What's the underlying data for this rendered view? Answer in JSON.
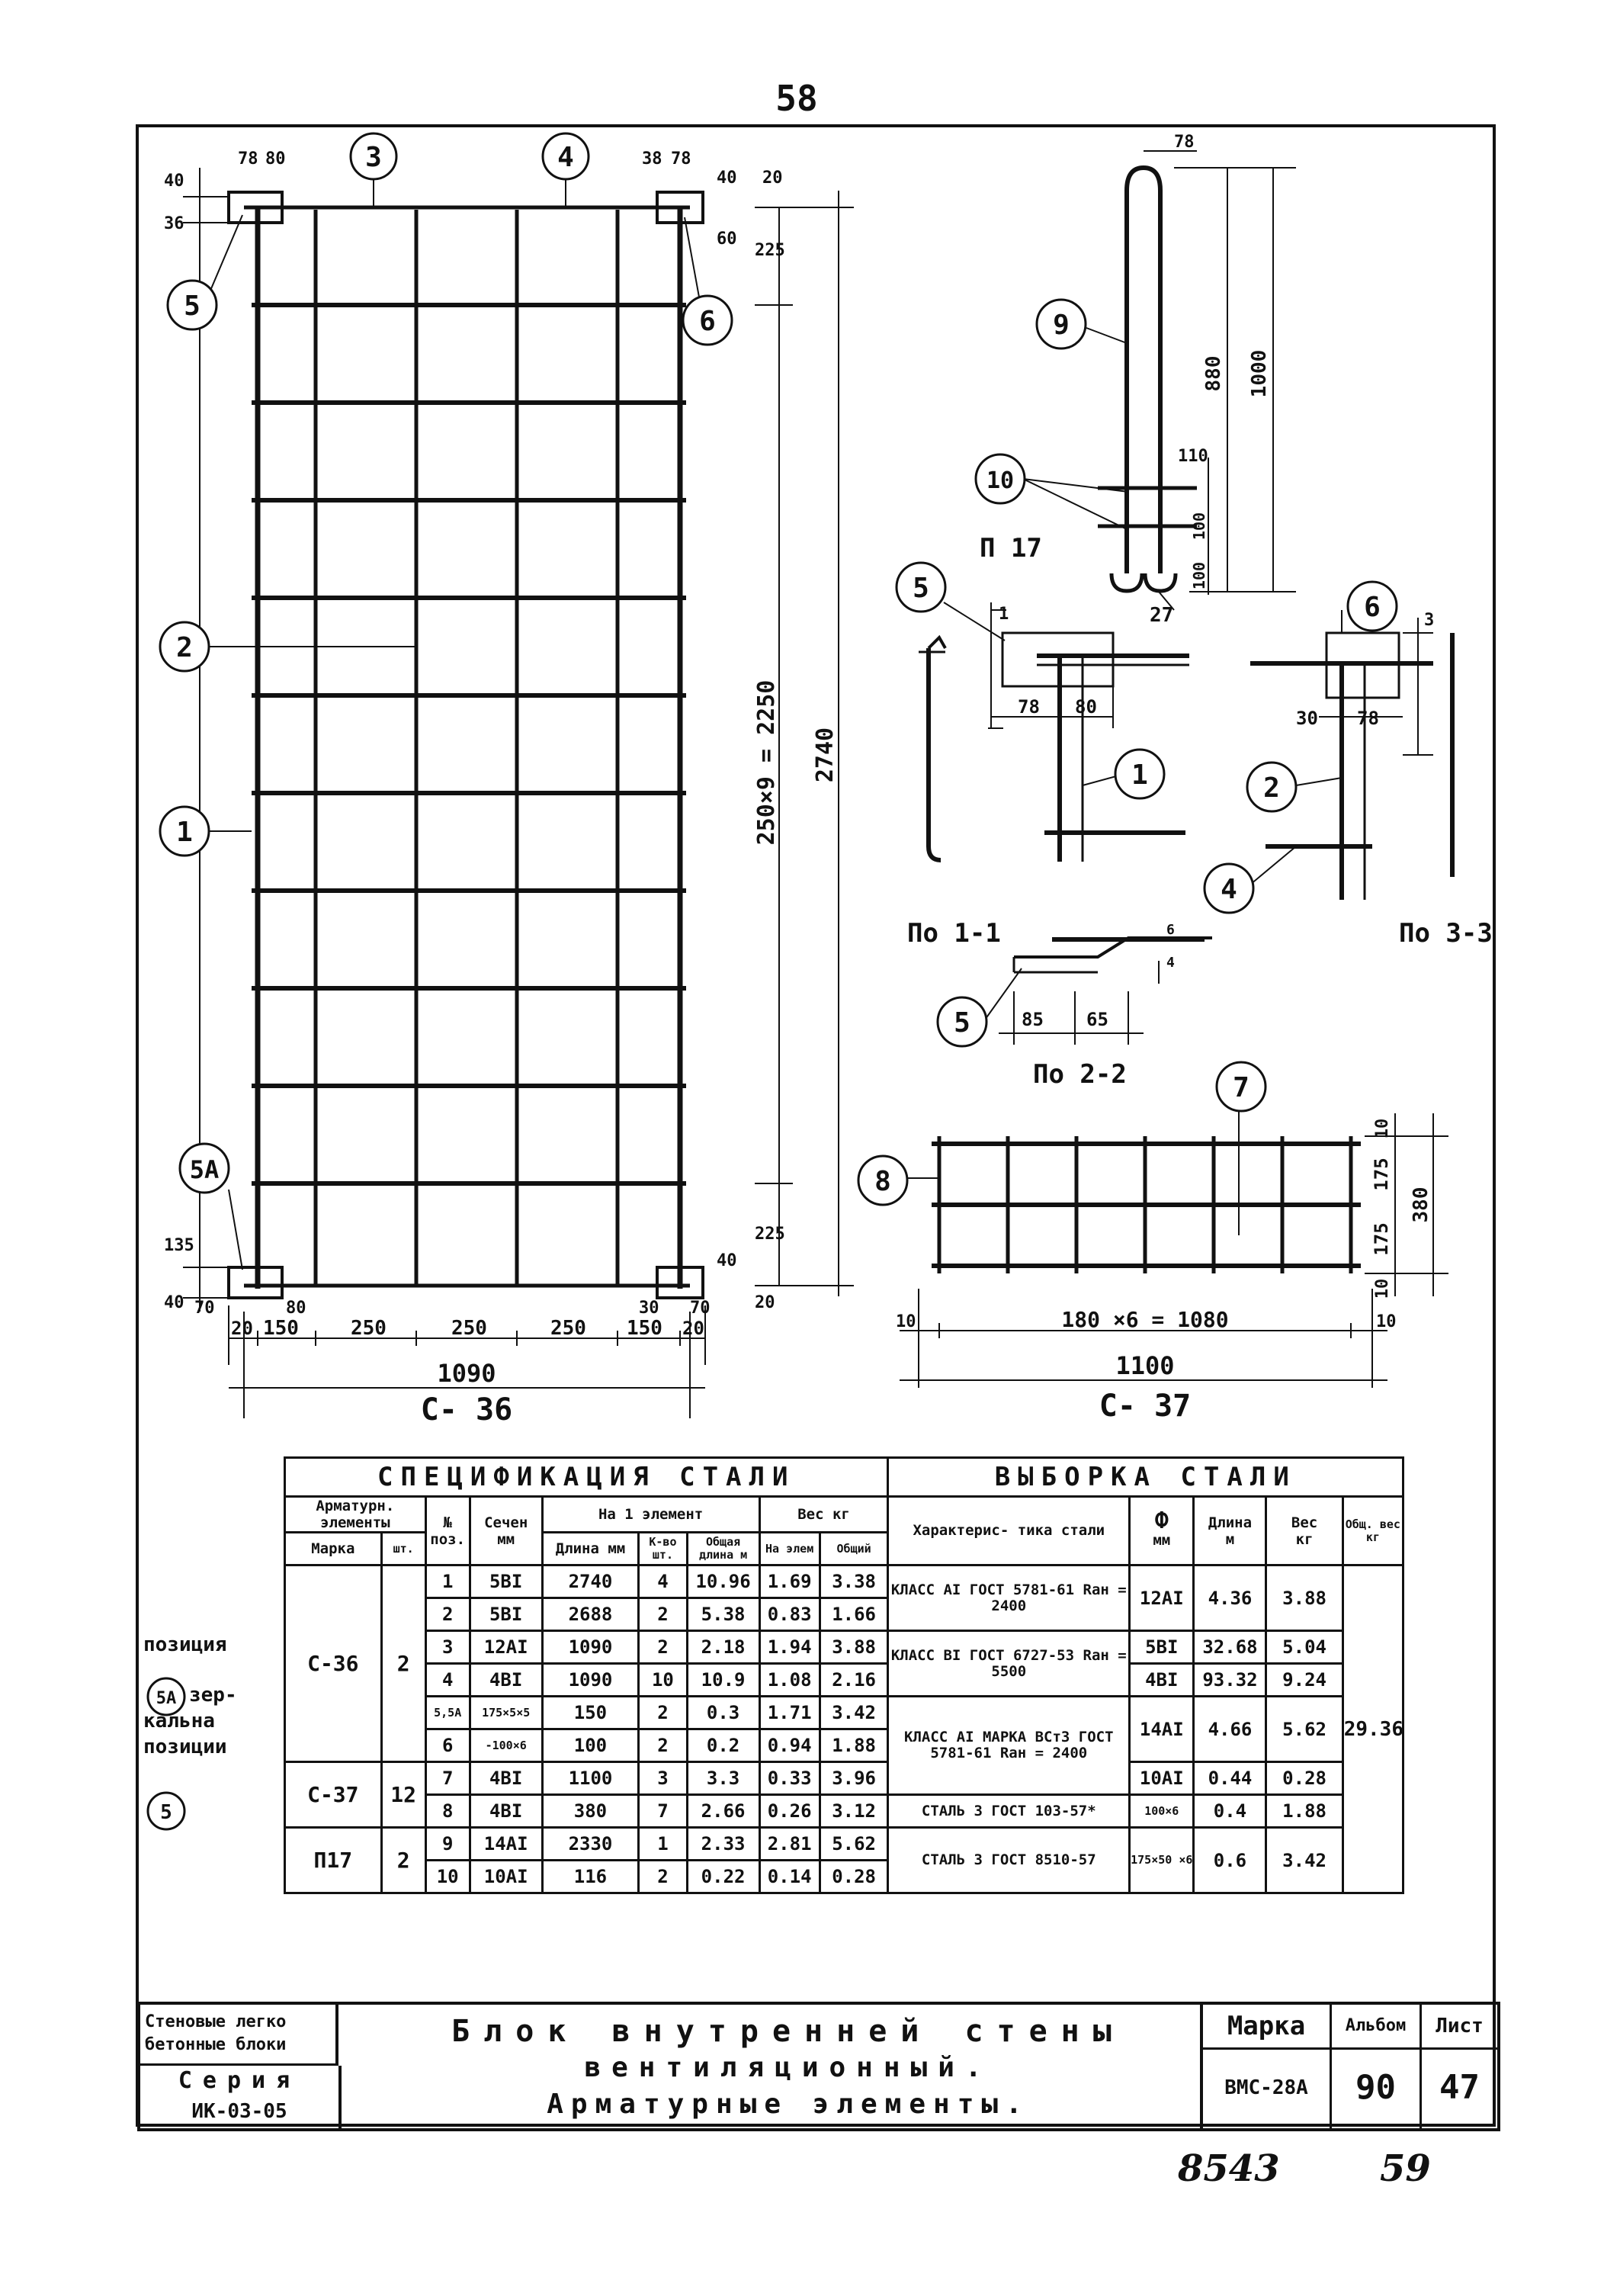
{
  "page_number": "58",
  "drawing_c36": {
    "label": "С- 36",
    "grid_label": "3",
    "grid_label_2": "4",
    "positions": [
      "1",
      "2",
      "3",
      "4",
      "5",
      "5А",
      "6"
    ],
    "dims_top_left": [
      "78",
      "80",
      "40",
      "36"
    ],
    "dims_top_right": [
      "38",
      "78",
      "40",
      "60",
      "20",
      "225"
    ],
    "dims_bottom": [
      "20",
      "150",
      "250",
      "250",
      "250",
      "150",
      "20"
    ],
    "dims_bottom_small": [
      "70",
      "80",
      "30",
      "70"
    ],
    "dims_left": [
      "135",
      "40"
    ],
    "dims_right": [
      "40",
      "225",
      "20"
    ],
    "total_width": "1090",
    "vertical_main": "250×9 = 2250",
    "vertical_total": "2740"
  },
  "drawing_p17": {
    "label": "П 17",
    "top_dim": "78",
    "bottom_dim": "27",
    "right_dims": [
      "880",
      "1000"
    ],
    "small_dims": [
      "110",
      "100",
      "100"
    ],
    "positions": [
      "9",
      "10"
    ]
  },
  "section_1_1": {
    "label": "По 1-1",
    "dims": [
      "78",
      "80"
    ],
    "positions": [
      "5",
      "1"
    ],
    "mark": "1"
  },
  "section_3_3": {
    "label": "По 3-3",
    "dims": [
      "30",
      "78"
    ],
    "positions": [
      "6",
      "2",
      "4"
    ],
    "mark": "3"
  },
  "section_2_2": {
    "label": "По 2-2",
    "dims": [
      "85",
      "65"
    ],
    "small": [
      "6",
      "4"
    ],
    "position": "5"
  },
  "drawing_c37": {
    "label": "С- 37",
    "positions": [
      "7",
      "8"
    ],
    "dims_right": [
      "10",
      "175",
      "175",
      "10",
      "380"
    ],
    "dims_bottom": [
      "10",
      "180 ×6 = 1080",
      "10"
    ],
    "total_width": "1100"
  },
  "spec": {
    "title_left": "СПЕЦИФИКАЦИЯ СТАЛИ",
    "title_right": "ВЫБОРКА СТАЛИ",
    "headers": {
      "elements": "Арматурн. элементы",
      "mark": "Марка",
      "qty": "шт.",
      "pos_no": "№",
      "pos": "поз.",
      "section": "Сечен",
      "section_unit": "мм",
      "per_element": "На 1 элемент",
      "length": "Длина мм",
      "count": "К-во шт.",
      "total_length": "Общая длина м",
      "weight": "Вес кг",
      "per_elem_w": "На элем",
      "total_w": "Общий",
      "characteristic": "Характерис- тика стали",
      "phi": "Ф",
      "phi_unit": "мм",
      "len_m": "Длина",
      "len_m_unit": "м",
      "weight_kg": "Вес",
      "weight_kg_unit": "кг",
      "total_weight": "Общ. вес кг"
    },
    "rows": [
      {
        "mark": "С-36",
        "qty": "2",
        "pos": "1",
        "sec": "5ВI",
        "len": "2740",
        "cnt": "4",
        "tlen": "10.96",
        "w1": "1.69",
        "wt": "3.38"
      },
      {
        "mark": "",
        "qty": "",
        "pos": "2",
        "sec": "5ВI",
        "len": "2688",
        "cnt": "2",
        "tlen": "5.38",
        "w1": "0.83",
        "wt": "1.66"
      },
      {
        "mark": "",
        "qty": "",
        "pos": "3",
        "sec": "12АI",
        "len": "1090",
        "cnt": "2",
        "tlen": "2.18",
        "w1": "1.94",
        "wt": "3.88"
      },
      {
        "mark": "",
        "qty": "",
        "pos": "4",
        "sec": "4ВI",
        "len": "1090",
        "cnt": "10",
        "tlen": "10.9",
        "w1": "1.08",
        "wt": "2.16"
      },
      {
        "mark": "",
        "qty": "",
        "pos": "5,5А",
        "sec": "175×5×5",
        "len": "150",
        "cnt": "2",
        "tlen": "0.3",
        "w1": "1.71",
        "wt": "3.42"
      },
      {
        "mark": "",
        "qty": "",
        "pos": "6",
        "sec": "-100×6",
        "len": "100",
        "cnt": "2",
        "tlen": "0.2",
        "w1": "0.94",
        "wt": "1.88"
      },
      {
        "mark": "С-37",
        "qty": "12",
        "pos": "7",
        "sec": "4ВI",
        "len": "1100",
        "cnt": "3",
        "tlen": "3.3",
        "w1": "0.33",
        "wt": "3.96"
      },
      {
        "mark": "",
        "qty": "",
        "pos": "8",
        "sec": "4ВI",
        "len": "380",
        "cnt": "7",
        "tlen": "2.66",
        "w1": "0.26",
        "wt": "3.12"
      },
      {
        "mark": "П17",
        "qty": "2",
        "pos": "9",
        "sec": "14АI",
        "len": "2330",
        "cnt": "1",
        "tlen": "2.33",
        "w1": "2.81",
        "wt": "5.62"
      },
      {
        "mark": "",
        "qty": "",
        "pos": "10",
        "sec": "10АI",
        "len": "116",
        "cnt": "2",
        "tlen": "0.22",
        "w1": "0.14",
        "wt": "0.28"
      }
    ],
    "selection": [
      {
        "char": "КЛАСС АI ГОСТ 5781-61 Rан = 2400",
        "phi": "12АI",
        "len": "4.36",
        "w": "3.88"
      },
      {
        "char": "КЛАСС ВI ГОСТ 6727-53 Rан = 5500",
        "phi": "5ВI",
        "len": "32.68",
        "w": "5.04"
      },
      {
        "char": "",
        "phi": "4ВI",
        "len": "93.32",
        "w": "9.24"
      },
      {
        "char": "КЛАСС АI МАРКА ВСт3 ГОСТ 5781-61 Rан = 2400",
        "phi": "14АI",
        "len": "4.66",
        "w": "5.62"
      },
      {
        "char": "",
        "phi": "10АI",
        "len": "0.44",
        "w": "0.28"
      },
      {
        "char": "СТАЛЬ 3 ГОСТ 103-57*",
        "phi": "100×6",
        "len": "0.4",
        "w": "1.88"
      },
      {
        "char": "СТАЛЬ 3 ГОСТ 8510-57",
        "phi": "175×50 ×6",
        "len": "0.6",
        "w": "3.42"
      }
    ],
    "total_weight": "29.36"
  },
  "side_note": {
    "line1": "позиция",
    "circle": "5А",
    "line2": "зер-",
    "line3": "кальна",
    "line4": "позиции",
    "circle2": "5"
  },
  "title_block": {
    "left_top": "Стеновые легко бетонные блоки",
    "series_label": "Серия",
    "series_value": "ИК-03-05",
    "main_title_1": "Блок внутренней стены",
    "main_title_2": "вентиляционный.",
    "main_title_3": "Арматурные элементы.",
    "mark_label": "Марка",
    "album_label": "Альбом",
    "sheet_label": "Лист",
    "mark_value": "ВМС-28А",
    "album_value": "90",
    "sheet_value": "47"
  },
  "footer_handwritten": {
    "number": "8543",
    "page": "59"
  }
}
